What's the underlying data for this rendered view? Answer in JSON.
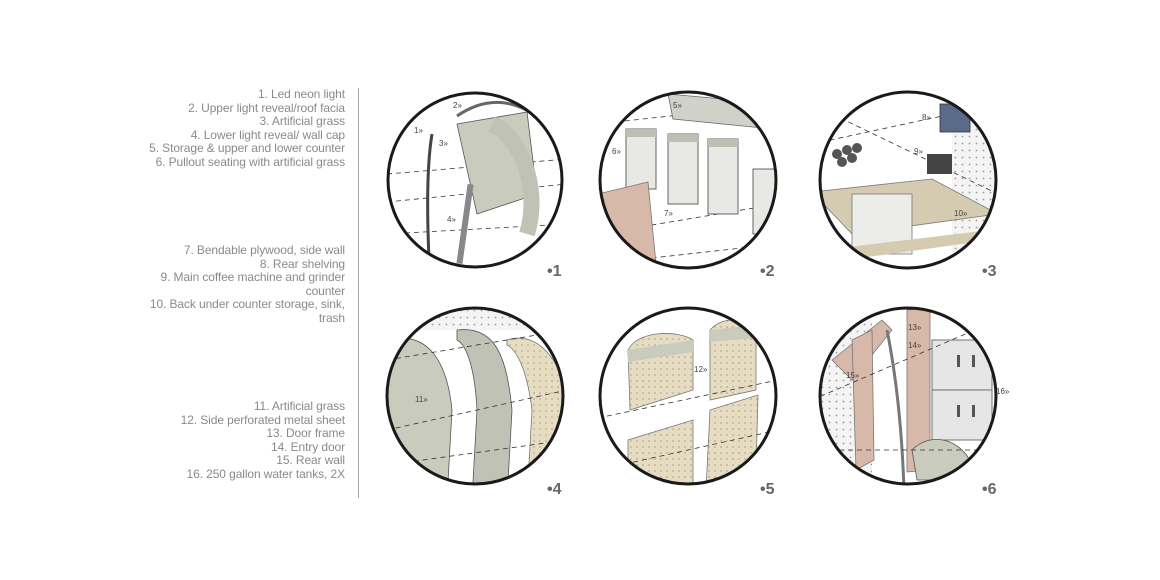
{
  "legend": [
    [
      "1. Led neon light",
      "2. Upper light reveal/roof facia",
      "3. Artificial grass",
      "4. Lower light reveal/ wall cap",
      "5. Storage & upper and lower counter",
      "6. Pullout seating with artificial grass"
    ],
    [
      "7. Bendable plywood, side wall",
      "8. Rear shelving",
      "9. Main coffee machine and grinder",
      "counter",
      "10. Back under counter storage, sink,",
      "trash"
    ],
    [
      "11. Artificial grass",
      "12. Side perforated metal sheet",
      "13. Door frame",
      "14. Entry door",
      "15. Rear wall",
      "16. 250 gallon water tanks, 2X"
    ]
  ],
  "panels": [
    {
      "num": "1",
      "callouts": [
        "1",
        "2",
        "3",
        "4"
      ]
    },
    {
      "num": "2",
      "callouts": [
        "5",
        "6",
        "7"
      ]
    },
    {
      "num": "3",
      "callouts": [
        "8",
        "9",
        "10"
      ]
    },
    {
      "num": "4",
      "callouts": [
        "11"
      ]
    },
    {
      "num": "5",
      "callouts": [
        "12"
      ]
    },
    {
      "num": "6",
      "callouts": [
        "13",
        "14",
        "15",
        "16"
      ]
    }
  ],
  "colors": {
    "legend_text": "#8a8a8a",
    "circle_outline": "#1a1a1a",
    "grass_fill": "#c9cbbd",
    "perforated_fill": "#e6dcc2",
    "plywood_fill": "#d8b8a8"
  }
}
